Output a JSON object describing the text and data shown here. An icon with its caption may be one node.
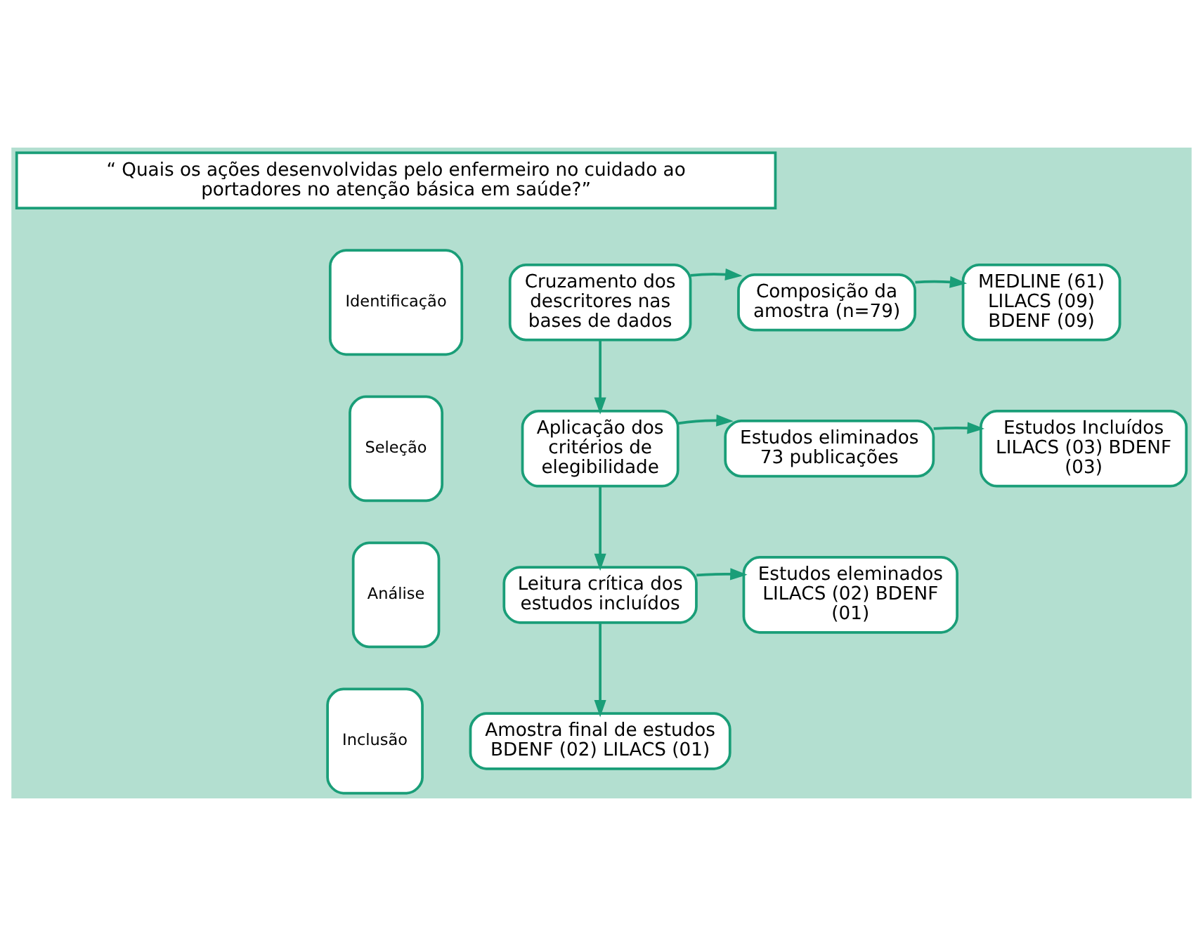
{
  "diagram": {
    "nodes": [
      {
        "text": [
          "“ Quais os ações desenvolvidas pelo enfermeiro no cuidado ao portadores no atenção básica em saúde?”"
        ]
      },
      {
        "text": [
          "Identificação"
        ]
      },
      {
        "text": [
          "Cruzamento dos descritores nas bases de dados"
        ]
      },
      {
        "text": [
          "Composição da amostra (n=79)"
        ]
      },
      {
        "text": [
          "MEDLINE (61) LILACS (09) BDENF (09)"
        ]
      },
      {
        "text": [
          "Seleção"
        ]
      },
      {
        "text": [
          "Aplicação dos critérios de elegibilidade"
        ]
      },
      {
        "text": [
          "Estudos eliminados 73 publicações"
        ]
      },
      {
        "text": [
          "Estudos Incluídos LILACS (03) BDENF (03)"
        ]
      },
      {
        "text": [
          "Análise"
        ]
      },
      {
        "text": [
          "Leitura crítica dos estudos incluídos"
        ]
      },
      {
        "text": [
          "Estudos eleminados LILACS (02) BDENF (01)"
        ]
      },
      {
        "text": [
          "Inclusão"
        ]
      },
      {
        "text": [
          "Amostra final de estudos BDENF (02) LILACS (01)"
        ]
      }
    ],
    "edges": [
      {
        "from": 2,
        "to": 3,
        "arrow": "to"
      },
      {
        "from": 3,
        "to": 4,
        "arrow": "to"
      },
      {
        "from": 2,
        "to": 6,
        "arrow": "to"
      },
      {
        "from": 6,
        "to": 7,
        "arrow": "to"
      },
      {
        "from": 7,
        "to": 8,
        "arrow": "to"
      },
      {
        "from": 6,
        "to": 10,
        "arrow": "to"
      },
      {
        "from": 10,
        "to": 11,
        "arrow": "to"
      },
      {
        "from": 10,
        "to": 13,
        "arrow": "to"
      }
    ]
  }
}
